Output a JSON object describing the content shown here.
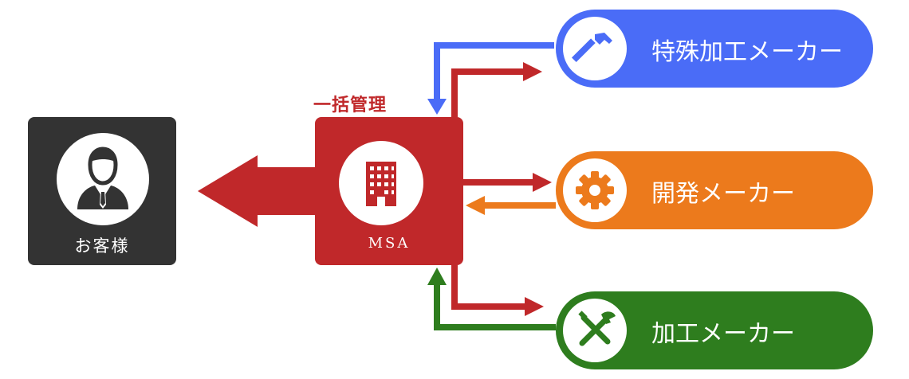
{
  "customer": {
    "label": "お客様",
    "icon": "user-icon"
  },
  "msa": {
    "label": "MSA",
    "note": "一括管理",
    "icon": "building-icon"
  },
  "makers": [
    {
      "label": "特殊加工メーカー",
      "icon": "hammer-icon",
      "color": "#4a6cf7"
    },
    {
      "label": "開発メーカー",
      "icon": "gear-icon",
      "color": "#ec7a1c"
    },
    {
      "label": "加工メーカー",
      "icon": "tools-icon",
      "color": "#2e7d1e"
    }
  ],
  "colors": {
    "msa": "#c0282a",
    "customer": "#333333"
  }
}
